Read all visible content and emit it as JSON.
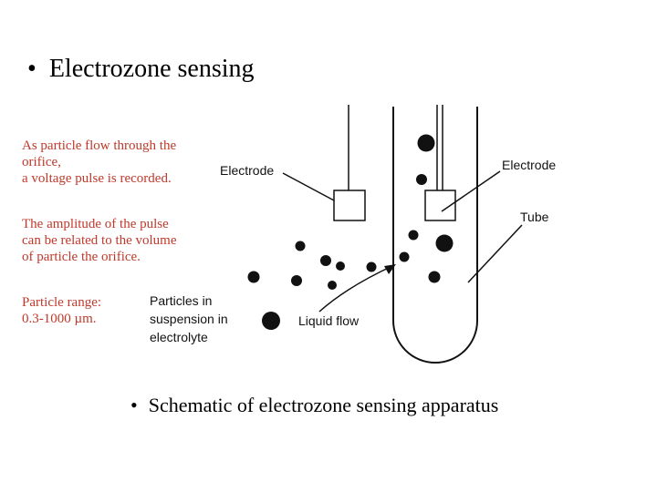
{
  "slide": {
    "title_bullet": "•",
    "title": "Electrozone sensing",
    "notes": [
      [
        "As particle flow through the",
        "orifice,",
        "a voltage pulse is recorded."
      ],
      [
        "The amplitude of the pulse",
        "can be related to the volume",
        "of particle the orifice."
      ],
      [
        "Particle range:",
        "0.3-1000 µm."
      ]
    ],
    "caption_bullet": "•",
    "caption": "Schematic of electrozone sensing apparatus"
  },
  "diagram": {
    "labels": {
      "electrode_left": "Electrode",
      "electrode_right": "Electrode",
      "tube": "Tube",
      "liquid_flow": "Liquid flow",
      "particles": [
        "Particles in",
        "suspension in",
        "electrolyte"
      ]
    }
  },
  "colors": {
    "note_text": "#c0392b",
    "ink": "#111111"
  }
}
